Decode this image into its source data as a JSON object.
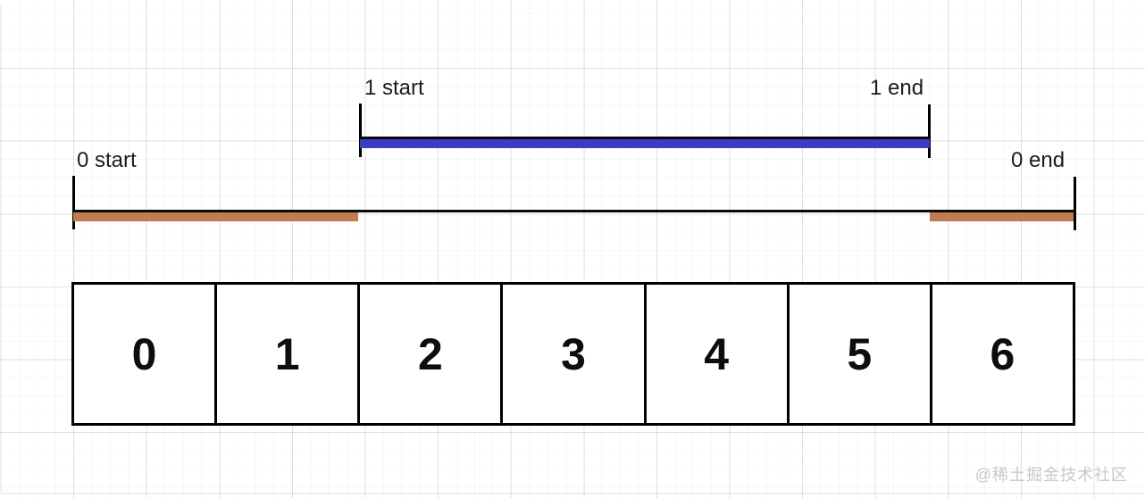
{
  "page": {
    "background": "#ffffff",
    "grid_minor_color": "#f3f3f3",
    "grid_major_color": "#e0e0e0"
  },
  "intervals": {
    "one": {
      "start_label": "1 start",
      "end_label": "1 end",
      "bar_color": "#3c3cc4",
      "line_color": "#000000"
    },
    "zero": {
      "start_label": "0 start",
      "end_label": "0 end",
      "bar_color": "#bf7b51",
      "line_color": "#000000"
    }
  },
  "array": {
    "cells": [
      "0",
      "1",
      "2",
      "3",
      "4",
      "5",
      "6"
    ]
  },
  "watermark": {
    "text": "@稀土掘金技术社区",
    "color": "#c8c8c8"
  }
}
